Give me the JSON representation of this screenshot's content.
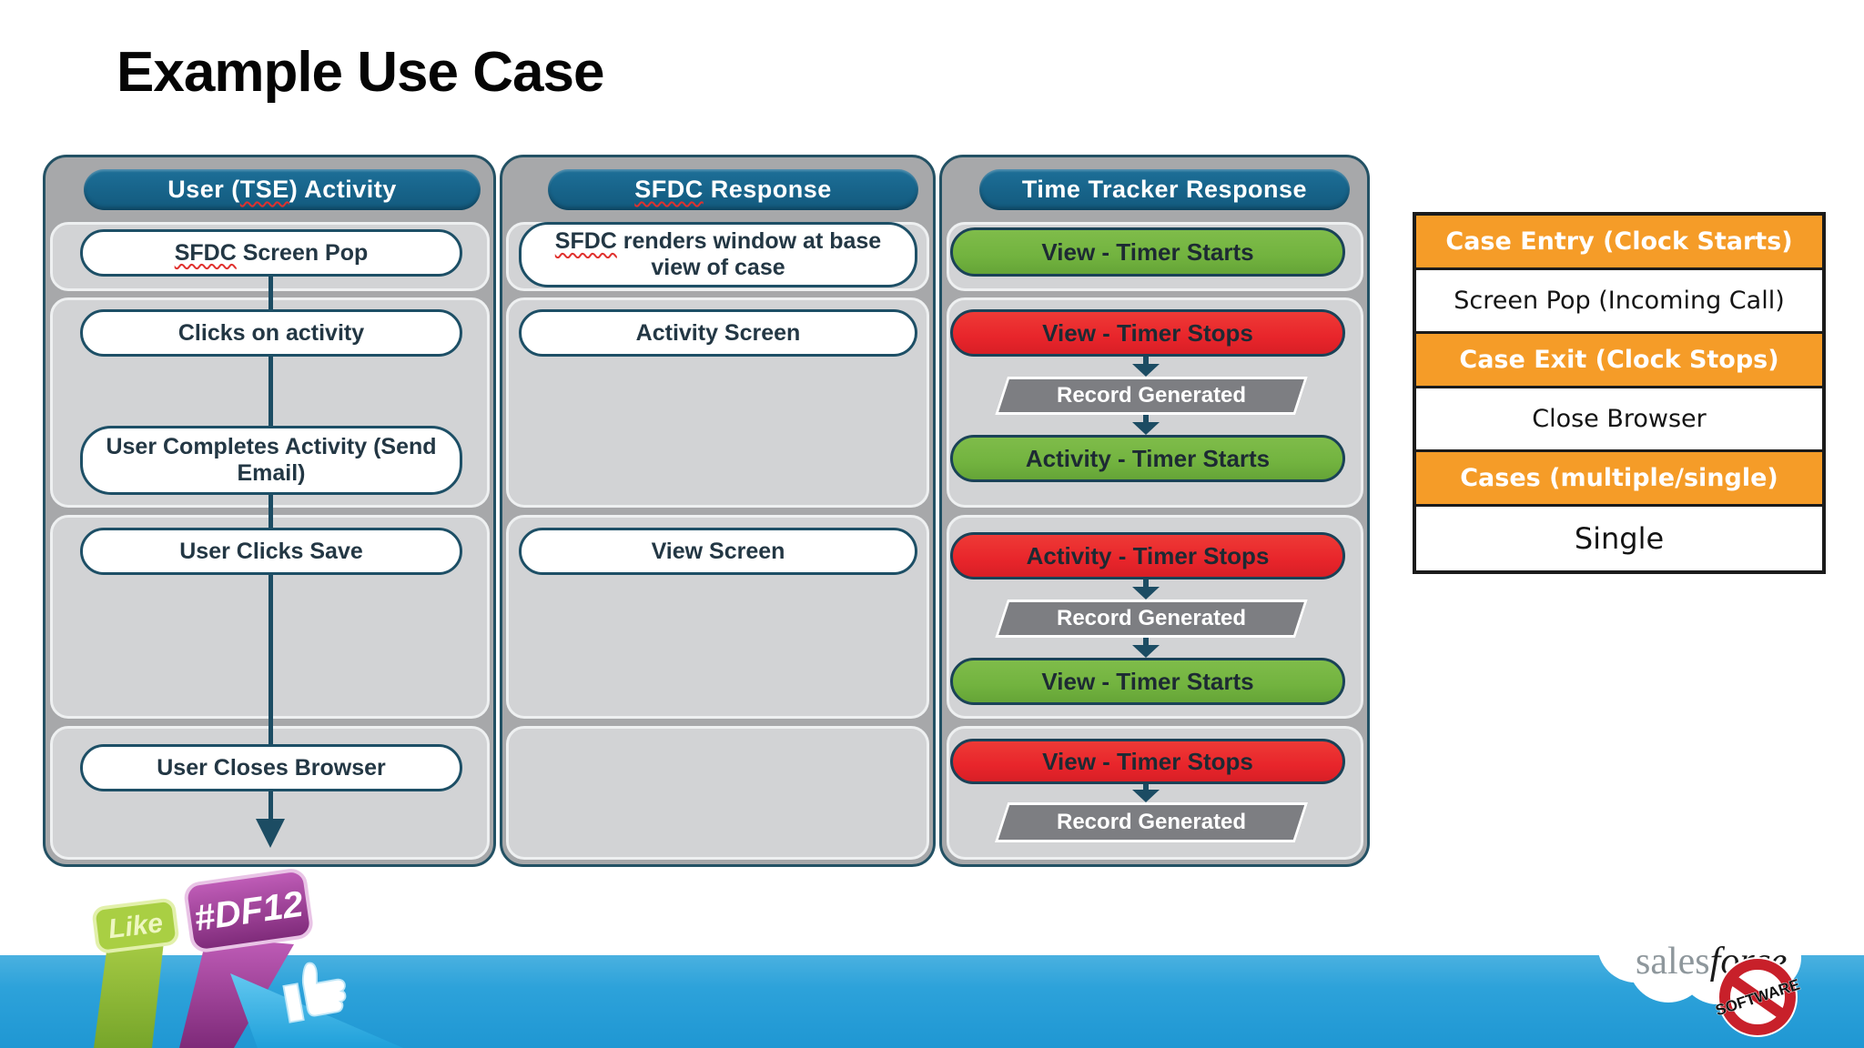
{
  "title": "Example Use Case",
  "flow": {
    "col1": {
      "header_pre": "User (",
      "header_tse": "TSE",
      "header_post": ") Activity",
      "screen_pop_sfdc": "SFDC",
      "screen_pop_rest": " Screen Pop",
      "clicks": "Clicks on activity",
      "completes": "User Completes Activity (Send Email)",
      "save": "User Clicks Save",
      "closes": "User Closes Browser"
    },
    "col2": {
      "header_sfdc": "SFDC",
      "header_post": " Response",
      "renders_sfdc": "SFDC",
      "renders_rest": " renders window at base view of case",
      "activity_screen": "Activity Screen",
      "view_screen": "View Screen"
    },
    "col3": {
      "header": "Time Tracker Response",
      "r1_green": "View - Timer Starts",
      "r2_red": "View - Timer Stops",
      "r2_record": "Record Generated",
      "r2_green": "Activity - Timer Starts",
      "r3_red": "Activity - Timer Stops",
      "r3_record": "Record Generated",
      "r3_green": "View - Timer Starts",
      "r4_red": "View - Timer Stops",
      "r4_record": "Record Generated"
    }
  },
  "legend": {
    "rows": [
      {
        "label": "Case Entry (Clock Starts)",
        "variant": "orange"
      },
      {
        "label": "Screen Pop (Incoming Call)",
        "variant": "white"
      },
      {
        "label": "Case Exit (Clock Stops)",
        "variant": "orange"
      },
      {
        "label": "Close Browser",
        "variant": "white"
      },
      {
        "label": "Cases (multiple/single)",
        "variant": "orange"
      },
      {
        "label": "Single",
        "variant": "white"
      }
    ]
  },
  "footer": {
    "like_label": "Like",
    "hashtag_label": "#DF12",
    "salesforce_sales": "sales",
    "salesforce_force": "force",
    "software_label": "SOFTWARE"
  },
  "colors": {
    "header_blue": "#17618b",
    "lane_gray": "#a7a8aa",
    "band_gray": "#d2d3d5",
    "green": "#72b33f",
    "red": "#e8252b",
    "record_gray": "#7d7e82",
    "arrow_teal": "#1c4c63",
    "legend_orange": "#f59c28",
    "footer_blue": "#2da2da"
  }
}
